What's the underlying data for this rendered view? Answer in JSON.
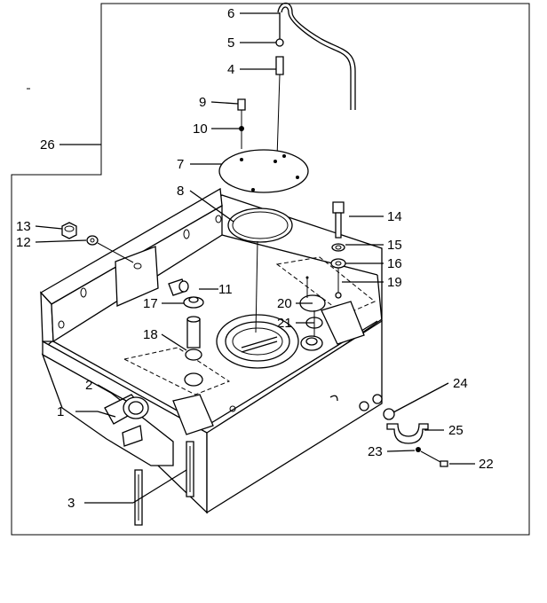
{
  "figure": {
    "callouts": [
      {
        "id": "c1",
        "label": "1"
      },
      {
        "id": "c2",
        "label": "2"
      },
      {
        "id": "c3",
        "label": "3"
      },
      {
        "id": "c4",
        "label": "4"
      },
      {
        "id": "c5",
        "label": "5"
      },
      {
        "id": "c6",
        "label": "6"
      },
      {
        "id": "c7",
        "label": "7"
      },
      {
        "id": "c8",
        "label": "8"
      },
      {
        "id": "c9",
        "label": "9"
      },
      {
        "id": "c10",
        "label": "10"
      },
      {
        "id": "c11",
        "label": "11"
      },
      {
        "id": "c12",
        "label": "12"
      },
      {
        "id": "c13",
        "label": "13"
      },
      {
        "id": "c14",
        "label": "14"
      },
      {
        "id": "c15",
        "label": "15"
      },
      {
        "id": "c16",
        "label": "16"
      },
      {
        "id": "c17",
        "label": "17"
      },
      {
        "id": "c18",
        "label": "18"
      },
      {
        "id": "c19",
        "label": "19"
      },
      {
        "id": "c20",
        "label": "20"
      },
      {
        "id": "c21",
        "label": "21"
      },
      {
        "id": "c22",
        "label": "22"
      },
      {
        "id": "c23",
        "label": "23"
      },
      {
        "id": "c24",
        "label": "24"
      },
      {
        "id": "c25",
        "label": "25"
      },
      {
        "id": "c26",
        "label": "26"
      }
    ]
  }
}
